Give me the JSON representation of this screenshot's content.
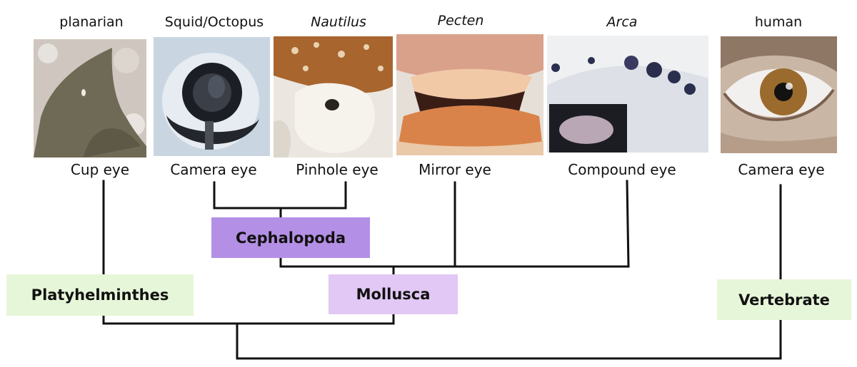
{
  "taxa": [
    {
      "name": "planarian",
      "italic": false,
      "eye_type": "Cup eye",
      "photo": "planarian-photo"
    },
    {
      "name": "Squid/Octopus",
      "italic": false,
      "eye_type": "Camera eye",
      "photo": "squid-eye-photo"
    },
    {
      "name": "Nautilus",
      "italic": true,
      "eye_type": "Pinhole eye",
      "photo": "nautilus-photo"
    },
    {
      "name": "Pecten",
      "italic": true,
      "eye_type": "Mirror eye",
      "photo": "scallop-photo"
    },
    {
      "name": "Arca",
      "italic": true,
      "eye_type": "Compound eye",
      "photo": "ark-clam-photo"
    },
    {
      "name": "human",
      "italic": false,
      "eye_type": "Camera eye",
      "photo": "human-eye-photo"
    }
  ],
  "clades": {
    "cephalopoda": {
      "label": "Cephalopoda",
      "color": "#b48fe6"
    },
    "mollusca": {
      "label": "Mollusca",
      "color": "#e2c8f4"
    },
    "platyhelminthes": {
      "label": "Platyhelminthes",
      "color": "#e6f6d8"
    },
    "vertebrate": {
      "label": "Vertebrate",
      "color": "#e6f6d8"
    }
  },
  "colors": {
    "tree_line": "#111111"
  }
}
